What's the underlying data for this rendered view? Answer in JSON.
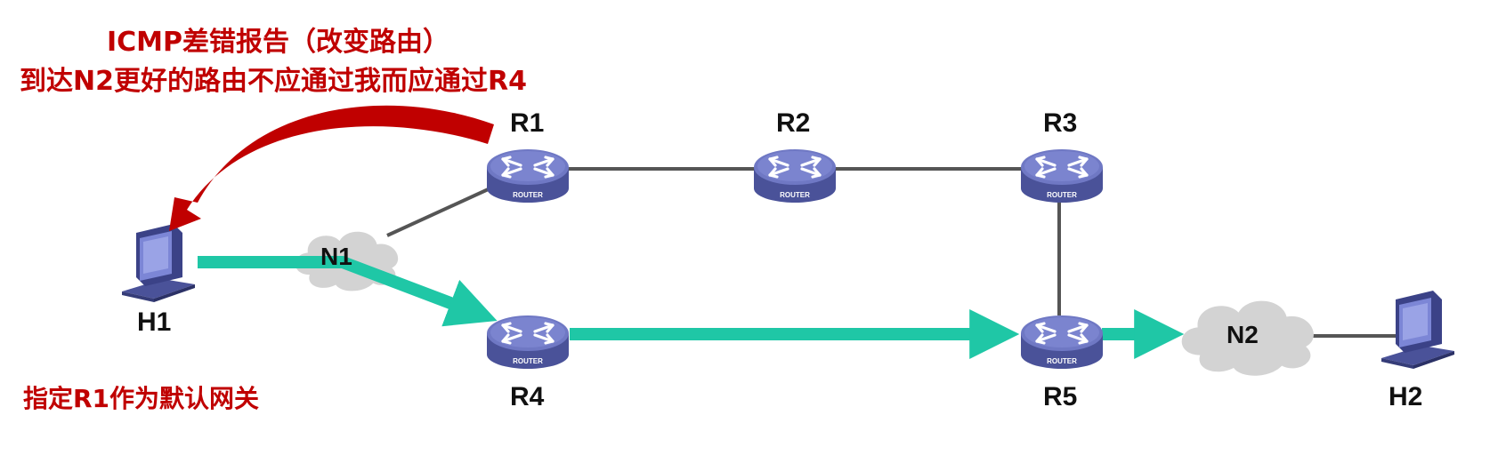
{
  "annotations": {
    "icmp_title": "ICMP差错报告（改变路由）",
    "icmp_detail": "到达N2更好的路由不应通过我而应通过R4",
    "gateway_note": "指定R1作为默认网关"
  },
  "routers": [
    {
      "id": "R1",
      "label": "R1",
      "badge": "ROUTER"
    },
    {
      "id": "R2",
      "label": "R2",
      "badge": "ROUTER"
    },
    {
      "id": "R3",
      "label": "R3",
      "badge": "ROUTER"
    },
    {
      "id": "R4",
      "label": "R4",
      "badge": "ROUTER"
    },
    {
      "id": "R5",
      "label": "R5",
      "badge": "ROUTER"
    }
  ],
  "hosts": [
    {
      "id": "H1",
      "label": "H1"
    },
    {
      "id": "H2",
      "label": "H2"
    }
  ],
  "networks": [
    {
      "id": "N1",
      "label": "N1"
    },
    {
      "id": "N2",
      "label": "N2"
    }
  ],
  "links": [
    [
      "R1",
      "R2"
    ],
    [
      "R2",
      "R3"
    ],
    [
      "R3",
      "R5"
    ],
    [
      "R1",
      "N1"
    ],
    [
      "N2",
      "H2"
    ]
  ],
  "paths": {
    "redirect_path": [
      "H1",
      "N1",
      "R4",
      "R5",
      "N2"
    ],
    "icmp_message": {
      "from": "R1",
      "to": "H1"
    }
  },
  "colors": {
    "icmp_arrow": "#c00000",
    "annotation_text": "#c00000",
    "route_arrow": "#1fc7a6",
    "link": "#555555",
    "router_top": "#6f78c4",
    "router_side": "#4a5299",
    "cloud": "#d3d3d3"
  }
}
